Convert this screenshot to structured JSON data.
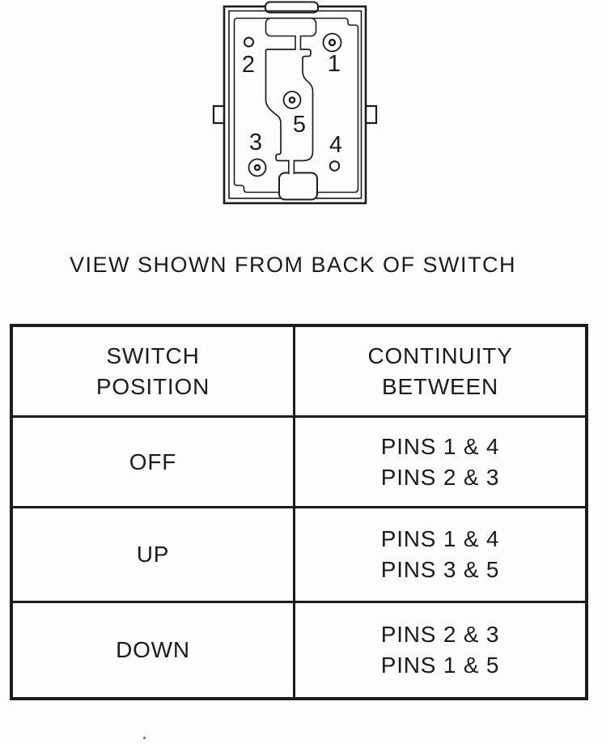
{
  "colors": {
    "ink": "#1c1c1c",
    "background": "#fdfdfd"
  },
  "connector": {
    "caption": "VIEW SHOWN FROM BACK OF SWITCH",
    "pins": [
      {
        "id": "1",
        "style": "ringed-socket"
      },
      {
        "id": "2",
        "style": "open-hole"
      },
      {
        "id": "3",
        "style": "ringed-socket"
      },
      {
        "id": "4",
        "style": "open-hole"
      },
      {
        "id": "5",
        "style": "ringed-socket"
      }
    ]
  },
  "table": {
    "col_headers": [
      {
        "line1": "SWITCH",
        "line2": "POSITION"
      },
      {
        "line1": "CONTINUITY",
        "line2": "BETWEEN"
      }
    ],
    "rows": [
      {
        "position": "OFF",
        "continuity1": "PINS 1 & 4",
        "continuity2": "PINS 2 & 3"
      },
      {
        "position": "UP",
        "continuity1": "PINS 1 & 4",
        "continuity2": "PINS 3 & 5"
      },
      {
        "position": "DOWN",
        "continuity1": "PINS 2 & 3",
        "continuity2": "PINS 1 & 5"
      }
    ]
  }
}
